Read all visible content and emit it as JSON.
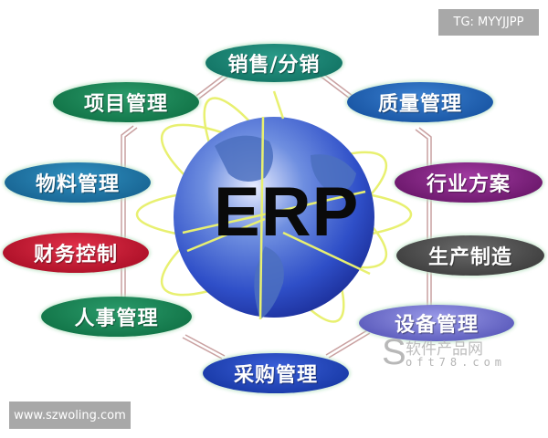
{
  "center": {
    "label": "ERP"
  },
  "modules": [
    {
      "id": "sales",
      "label": "销售/分销",
      "color": "#0f7a6a"
    },
    {
      "id": "project",
      "label": "项目管理",
      "color": "#0f7a4c"
    },
    {
      "id": "quality",
      "label": "质量管理",
      "color": "#1a5fae"
    },
    {
      "id": "material",
      "label": "物料管理",
      "color": "#1a6f9c"
    },
    {
      "id": "industry",
      "label": "行业方案",
      "color": "#7a1a78"
    },
    {
      "id": "finance",
      "label": "财务控制",
      "color": "#c0102a"
    },
    {
      "id": "production",
      "label": "生产制造",
      "color": "#4a4a4a"
    },
    {
      "id": "hr",
      "label": "人事管理",
      "color": "#0f7a4c"
    },
    {
      "id": "equipment",
      "label": "设备管理",
      "color": "#6a6acc"
    },
    {
      "id": "purchasing",
      "label": "采购管理",
      "color": "#1a3fb0"
    }
  ],
  "watermarks": {
    "top_right": "TG: MYYJJPP",
    "bottom_left": "www.szwoling.com",
    "logo_letter": "S",
    "logo_cn": "软件产品网",
    "logo_en": "oft78.com"
  }
}
